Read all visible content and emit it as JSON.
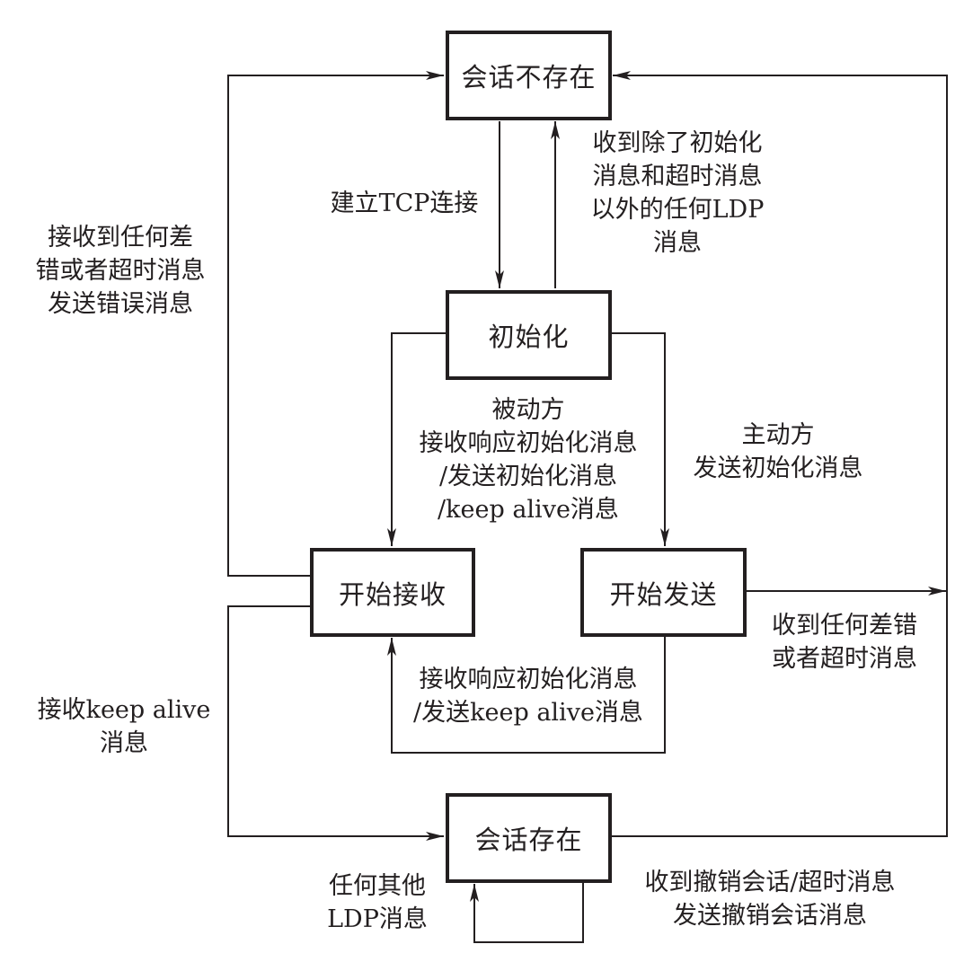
{
  "diagram": {
    "type": "state-machine",
    "states": {
      "no_session": "会话不存在",
      "initialized": "初始化",
      "open_receive": "开始接收",
      "open_send": "开始发送",
      "session_exists": "会话存在"
    },
    "transitions": {
      "tcp_connect": "建立TCP连接",
      "other_ldp_msg_to_no_session": "收到除了初始化\n消息和超时消息\n以外的任何LDP\n消息",
      "receive_error_from_open_receive": "接收到任何差\n错或者超时消息\n发送错误消息",
      "passive_side": "被动方\n接收响应初始化消息\n/发送初始化消息\n/keep alive消息",
      "active_side": "主动方\n发送初始化消息",
      "open_send_to_open_receive": "接收响应初始化消息\n/发送keep alive消息",
      "open_send_error": "收到任何差错\n或者超时消息",
      "receive_keepalive": "接收keep alive\n消息",
      "session_other_ldp": "任何其他\nLDP消息",
      "session_teardown": "收到撤销会话/超时消息\n发送撤销会话消息"
    },
    "colors": {
      "line": "#231f20",
      "background": "#ffffff"
    }
  }
}
